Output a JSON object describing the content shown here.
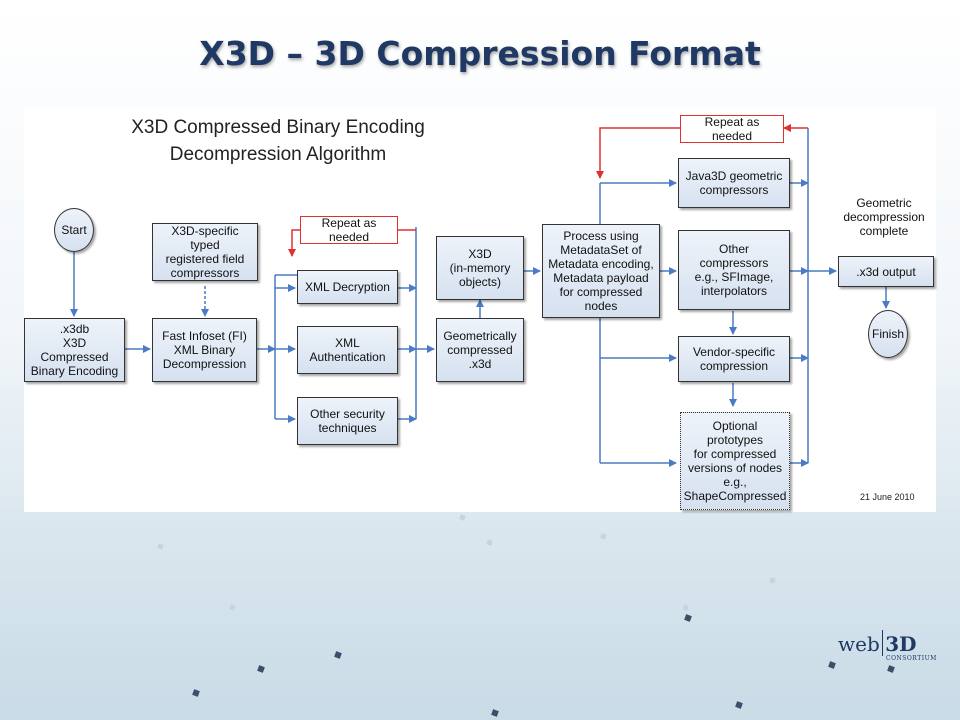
{
  "slide": {
    "title": "X3D – 3D Compression Format"
  },
  "diagram": {
    "title_line1": "X3D Compressed Binary Encoding",
    "title_line2": "Decompression Algorithm",
    "start": "Start",
    "finish": "Finish",
    "x3db": ".x3db\nX3D Compressed\nBinary Encoding",
    "typed_compressors": "X3D-specific typed\nregistered field\ncompressors",
    "fast_infoset": "Fast Infoset (FI)\nXML Binary\nDecompression",
    "repeat_left": "Repeat as needed",
    "xml_decryption": "XML Decryption",
    "xml_authentication": "XML\nAuthentication",
    "other_security": "Other security\ntechniques",
    "x3d_memory": "X3D\n(in-memory\nobjects)",
    "geometrically_compressed": "Geometrically\ncompressed\n.x3d",
    "process_metadata": "Process using\nMetadataSet of\nMetadata encoding,\nMetadata payload\nfor compressed nodes",
    "repeat_right": "Repeat as needed",
    "java3d": "Java3D geometric\ncompressors",
    "other_compressors": "Other\ncompressors\ne.g., SFImage,\ninterpolators",
    "vendor_specific": "Vendor-specific\ncompression",
    "optional_prototypes": "Optional prototypes\nfor compressed\nversions of nodes\ne.g.,\nShapeCompressed",
    "geometric_complete": "Geometric\ndecompression\ncomplete",
    "x3d_output": ".x3d output",
    "date": "21 June 2010"
  },
  "logo": {
    "web": "web",
    "three_d": "3D",
    "consortium": "CONSORTIUM"
  },
  "colors": {
    "title": "#1f3864",
    "arrow": "#4a7bc4",
    "repeat_arrow": "#e23030"
  }
}
